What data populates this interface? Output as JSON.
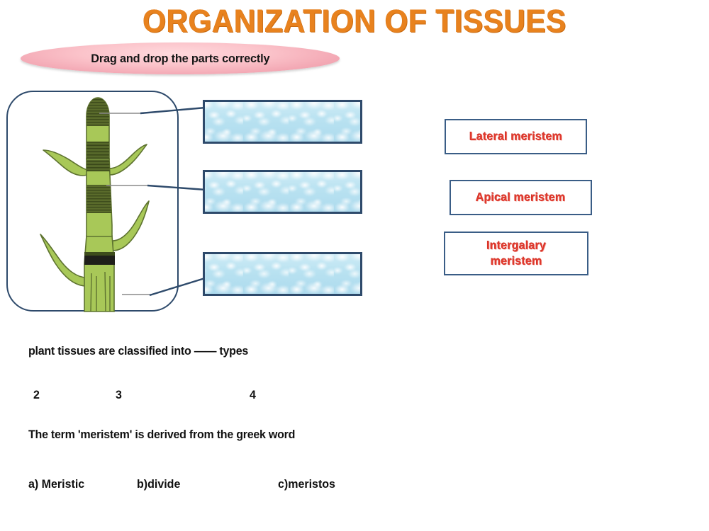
{
  "title": "ORGANIZATION OF TISSUES",
  "instruction": "Drag and drop the parts correctly",
  "diagram": {
    "name": "plant-shoot-diagram",
    "frame_border_color": "#2E4A6B",
    "stem_light_green": "#A8C858",
    "stem_dark_band": "#4F5F27",
    "leaf_green": "#A8C858",
    "leaf_outline": "#5E7330",
    "connector_color": "#2E4A6B"
  },
  "drop_zones": [
    {
      "id": "drop-zone-1",
      "label": "",
      "target": "apical meristem"
    },
    {
      "id": "drop-zone-2",
      "label": "",
      "target": "intercalary meristem"
    },
    {
      "id": "drop-zone-3",
      "label": "",
      "target": "lateral meristem"
    }
  ],
  "drag_labels": [
    {
      "text": "Lateral meristem",
      "lines": [
        "Lateral meristem"
      ]
    },
    {
      "text": "Apical meristem",
      "lines": [
        "Apical meristem"
      ]
    },
    {
      "text": "Intergalary meristem",
      "lines": [
        "Intergalary",
        "meristem"
      ]
    }
  ],
  "questions": [
    {
      "prompt": "plant tissues are classified into ——  types",
      "options": [
        "2",
        "3",
        "4"
      ]
    },
    {
      "prompt": "The term 'meristem' is derived from the greek word",
      "options": [
        "a) Meristic",
        "b)divide",
        "c)meristos"
      ]
    }
  ],
  "colors": {
    "title_orange": "#E8821E",
    "pill_pink": "#F3A8B4",
    "label_red": "#E0392D",
    "border_navy": "#2E4A6B",
    "tissue_blue": "#b9e2f1"
  }
}
